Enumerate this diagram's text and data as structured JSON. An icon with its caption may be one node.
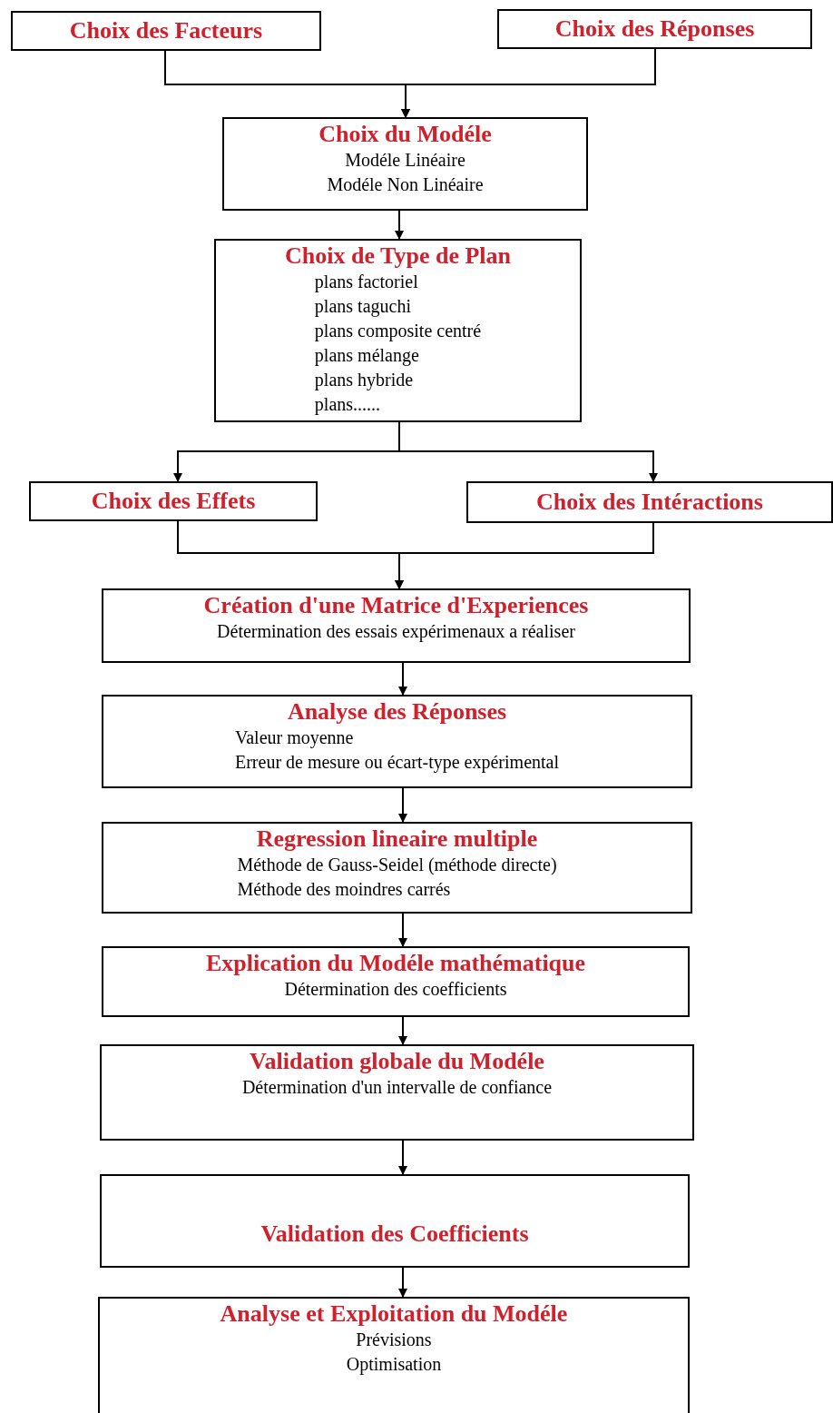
{
  "diagram": {
    "nodes": [
      {
        "text": [
          "Choix des Facteurs"
        ]
      },
      {
        "text": [
          "Choix des Réponses"
        ]
      },
      {
        "text": [
          "Choix du Modéle",
          "Modéle Linéaire",
          "Modéle Non Linéaire"
        ]
      },
      {
        "text": [
          "Choix de Type de Plan",
          "plans factoriel",
          "plans taguchi",
          "plans composite centré",
          "plans mélange",
          "plans hybride",
          "plans......"
        ]
      },
      {
        "text": [
          "Choix des Effets"
        ]
      },
      {
        "text": [
          "Choix des Intéractions"
        ]
      },
      {
        "text": [
          "Création d'une Matrice d'Experiences",
          "Détermination des essais expérimenaux a réaliser"
        ]
      },
      {
        "text": [
          "Analyse des Réponses",
          "Valeur moyenne",
          "Erreur de mesure ou écart-type expérimental"
        ]
      },
      {
        "text": [
          "Regression lineaire multiple",
          "Méthode de Gauss-Seidel (méthode directe)",
          "Méthode des moindres carrés"
        ]
      },
      {
        "text": [
          "Explication du Modéle mathématique",
          "Détermination des coefficients"
        ]
      },
      {
        "text": [
          "Validation globale du Modéle",
          "Détermination d'un intervalle de confiance"
        ]
      },
      {
        "text": [
          "Validation des Coefficients"
        ]
      },
      {
        "text": [
          "Analyse et Exploitation du Modéle",
          "Prévisions",
          "Optimisation"
        ]
      }
    ],
    "edges": [
      {
        "from": 0,
        "to": 2,
        "arrow": "to"
      },
      {
        "from": 1,
        "to": 2,
        "arrow": "to"
      },
      {
        "from": 2,
        "to": 3,
        "arrow": "to"
      },
      {
        "from": 3,
        "to": 4,
        "arrow": "to"
      },
      {
        "from": 3,
        "to": 5,
        "arrow": "to"
      },
      {
        "from": 4,
        "to": 6,
        "arrow": "to"
      },
      {
        "from": 5,
        "to": 6,
        "arrow": "to"
      },
      {
        "from": 6,
        "to": 7,
        "arrow": "to"
      },
      {
        "from": 7,
        "to": 8,
        "arrow": "to"
      },
      {
        "from": 8,
        "to": 9,
        "arrow": "to"
      },
      {
        "from": 9,
        "to": 10,
        "arrow": "to"
      },
      {
        "from": 10,
        "to": 11,
        "arrow": "to"
      },
      {
        "from": 11,
        "to": 12,
        "arrow": "to"
      }
    ]
  }
}
